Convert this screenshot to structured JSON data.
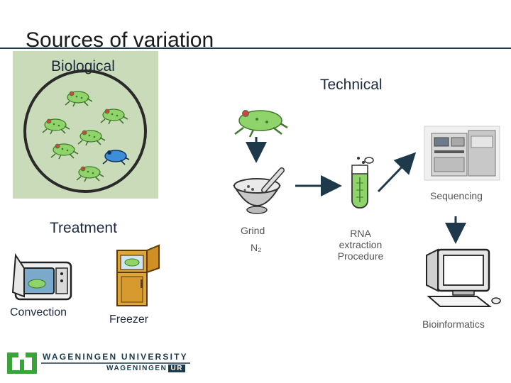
{
  "title": "Sources of variation",
  "labels": {
    "biological": "Biological",
    "technical": "Technical",
    "treatment": "Treatment",
    "convection": "Convection",
    "freezer": "Freezer",
    "grind": "Grind",
    "n2": "N₂",
    "rna_line1": "RNA",
    "rna_line2": "extraction",
    "rna_line3": "Procedure",
    "sequencing": "Sequencing",
    "bioinformatics": "Bioinformatics"
  },
  "logo": {
    "line1": "WAGENINGEN UNIVERSITY",
    "line2": "WAGENINGEN",
    "line2_badge": "UR"
  },
  "colors": {
    "frog_green": "#8fd46a",
    "frog_blue": "#3a8fd8",
    "bio_panel": "#c9dbb8",
    "rule": "#1b3a4b",
    "arrow": "#1e3a4a"
  }
}
